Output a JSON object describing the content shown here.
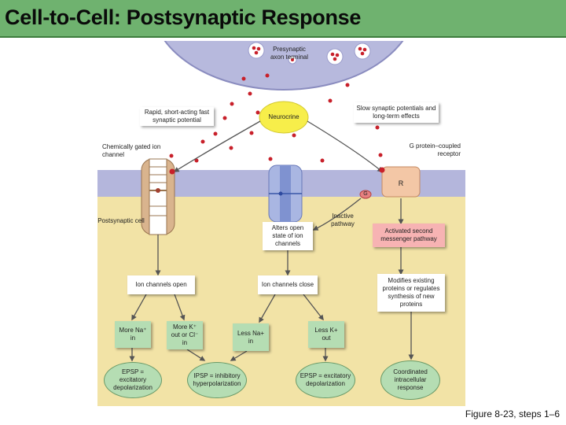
{
  "title": "Cell-to-Cell: Postsynaptic Response",
  "caption": "Figure 8-23, steps 1–6",
  "labels": {
    "presynaptic": "Presynaptic axon terminal",
    "rapid": "Rapid, short-acting fast synaptic potential",
    "neurocrine": "Neurocrine",
    "slow": "Slow synaptic potentials and long-term effects",
    "chem_channel": "Chemically gated ion channel",
    "gprotein": "G protein–coupled receptor",
    "R": "R",
    "G": "G",
    "postsynaptic": "Postsynaptic cell",
    "inactive": "Inactive pathway",
    "alters": "Alters open state of ion channels",
    "activated": "Activated second messenger pathway",
    "channels_open": "Ion channels open",
    "channels_close": "Ion channels close",
    "modifies": "Modifies existing proteins or regulates synthesis of new proteins",
    "more_na": "More Na⁺ in",
    "more_k": "More K⁺ out or Cl⁻ in",
    "less_na": "Less Na+ in",
    "less_k": "Less K+ out",
    "epsp1": "EPSP = excitatory depolarization",
    "ipsp": "IPSP = inhibitory hyperpolarization",
    "epsp2": "EPSP = excitatory depolarization",
    "coordinated": "Coordinated intracellular response"
  },
  "colors": {
    "title_bar": "#6fb26f",
    "cytoplasm": "#f2e3a6",
    "membrane": "#b4b6dc",
    "neurotransmitter": "#c8202a",
    "neurocrine_oval": "#f7ee4a",
    "response_oval": "#b5ddb3",
    "second_messenger_box": "#f7b3b3"
  }
}
